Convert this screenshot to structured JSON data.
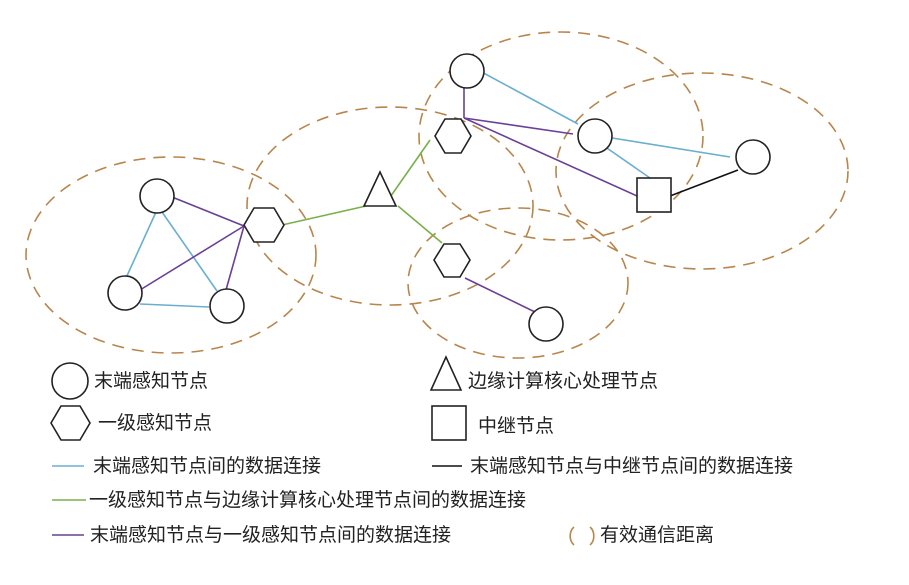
{
  "colors": {
    "terminal_link": "#6aaed0",
    "relay_link": "#111111",
    "primary_edge_link": "#78b04a",
    "terminal_primary_link": "#6a3f96",
    "range": "#b8864a"
  },
  "legend": {
    "terminal_node": "末端感知节点",
    "edge_core_node": "边缘计算核心处理节点",
    "primary_node": "一级感知节点",
    "relay_node": "中继节点",
    "terminal_link": "末端感知节点间的数据连接",
    "terminal_relay_link": "末端感知节点与中继节点间的数据连接",
    "primary_edge_link": "一级感知节点与边缘计算核心处理节点间的数据连接",
    "terminal_primary_link": "末端感知节点与一级感知节点间的数据连接",
    "range": "有效通信距离"
  }
}
